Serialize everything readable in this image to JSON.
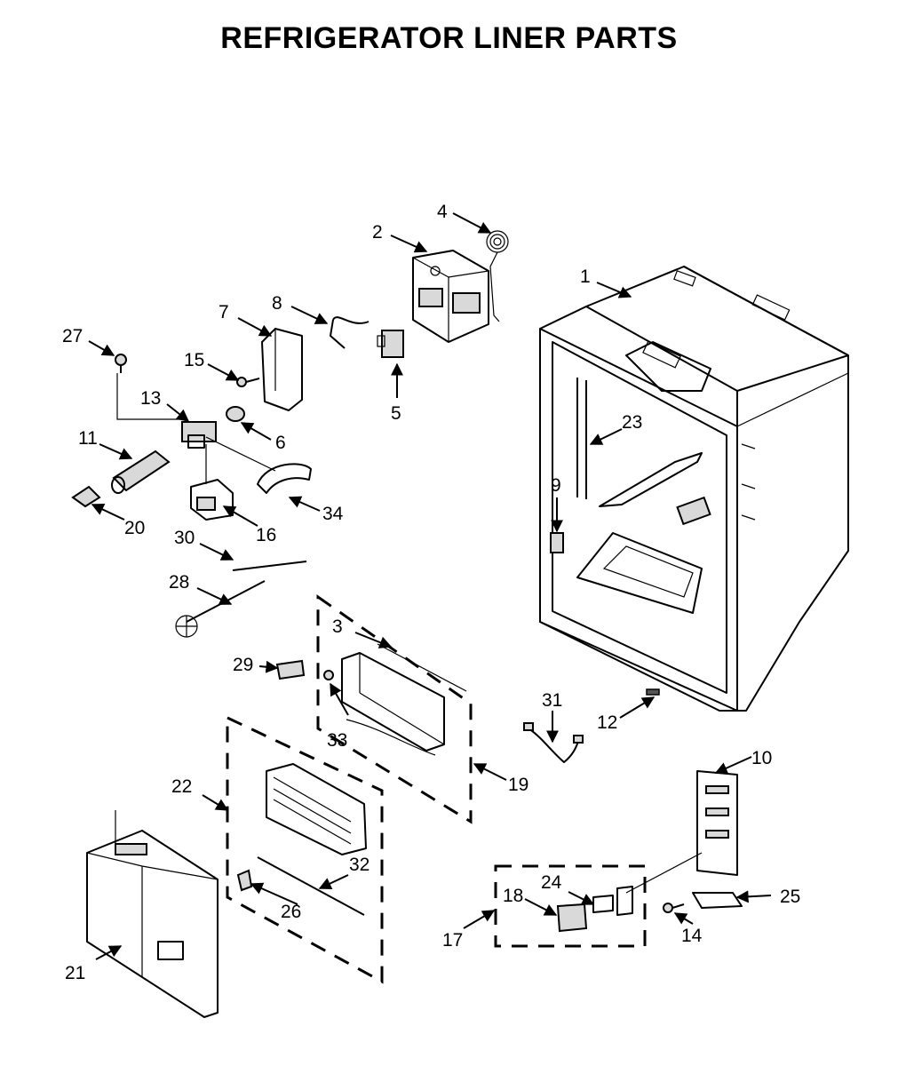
{
  "title": "REFRIGERATOR LINER PARTS",
  "callouts": [
    {
      "id": "1",
      "label": "1"
    },
    {
      "id": "2",
      "label": "2"
    },
    {
      "id": "3",
      "label": "3"
    },
    {
      "id": "4",
      "label": "4"
    },
    {
      "id": "5",
      "label": "5"
    },
    {
      "id": "6",
      "label": "6"
    },
    {
      "id": "7",
      "label": "7"
    },
    {
      "id": "8",
      "label": "8"
    },
    {
      "id": "9",
      "label": "9"
    },
    {
      "id": "10",
      "label": "10"
    },
    {
      "id": "11",
      "label": "11"
    },
    {
      "id": "12",
      "label": "12"
    },
    {
      "id": "13",
      "label": "13"
    },
    {
      "id": "14",
      "label": "14"
    },
    {
      "id": "15",
      "label": "15"
    },
    {
      "id": "16",
      "label": "16"
    },
    {
      "id": "17",
      "label": "17"
    },
    {
      "id": "18",
      "label": "18"
    },
    {
      "id": "19",
      "label": "19"
    },
    {
      "id": "20",
      "label": "20"
    },
    {
      "id": "21",
      "label": "21"
    },
    {
      "id": "22",
      "label": "22"
    },
    {
      "id": "23",
      "label": "23"
    },
    {
      "id": "24",
      "label": "24"
    },
    {
      "id": "25",
      "label": "25"
    },
    {
      "id": "26",
      "label": "26"
    },
    {
      "id": "27",
      "label": "27"
    },
    {
      "id": "28",
      "label": "28"
    },
    {
      "id": "29",
      "label": "29"
    },
    {
      "id": "30",
      "label": "30"
    },
    {
      "id": "31",
      "label": "31"
    },
    {
      "id": "32",
      "label": "32"
    },
    {
      "id": "33",
      "label": "33"
    },
    {
      "id": "34",
      "label": "34"
    }
  ]
}
